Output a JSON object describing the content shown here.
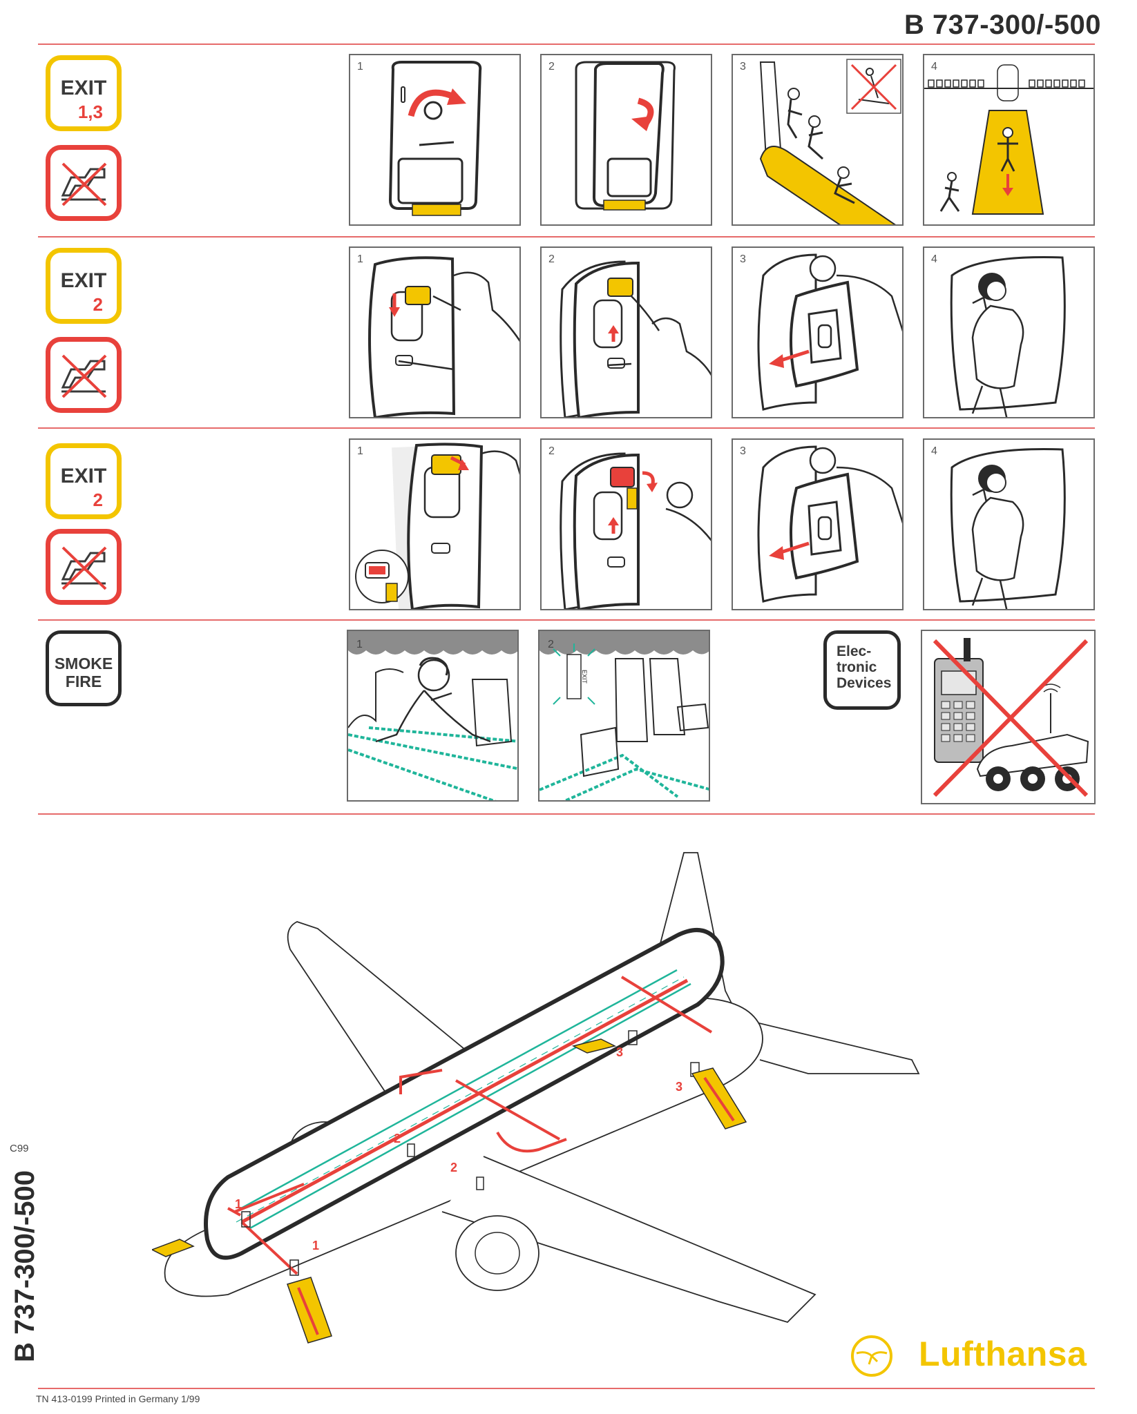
{
  "header": {
    "model": "B 737-300/-500"
  },
  "rows": [
    {
      "id": "exit-1-3",
      "exit_label": "EXIT",
      "exit_numbers": "1,3",
      "panel_numbers": [
        "1",
        "2",
        "3",
        "4"
      ]
    },
    {
      "id": "exit-2a",
      "exit_label": "EXIT",
      "exit_numbers": "2",
      "panel_numbers": [
        "1",
        "2",
        "3",
        "4"
      ]
    },
    {
      "id": "exit-2b",
      "exit_label": "EXIT",
      "exit_numbers": "2",
      "panel_numbers": [
        "1",
        "2",
        "3",
        "4"
      ]
    },
    {
      "id": "smoke",
      "label_line1": "SMOKE",
      "label_line2": "FIRE",
      "panel_numbers": [
        "1",
        "2"
      ]
    }
  ],
  "electronic": {
    "line1": "Elec-",
    "line2": "tronic",
    "line3": "Devices"
  },
  "panel_text": {
    "exit_sign": "EXIT"
  },
  "diagram": {
    "exit_numbers": [
      "1",
      "1",
      "2",
      "2",
      "3",
      "3"
    ]
  },
  "side_model": "B 737-300/-500",
  "code": "C99",
  "footer": "TN 413-0199 Printed in Germany 1/99",
  "brand": "Lufthansa",
  "colors": {
    "accent_yellow": "#f3c500",
    "accent_red": "#e8413b",
    "rule": "#e66a6a",
    "floor_path": "#1fb59a",
    "smoke": "#8c8c8c"
  }
}
